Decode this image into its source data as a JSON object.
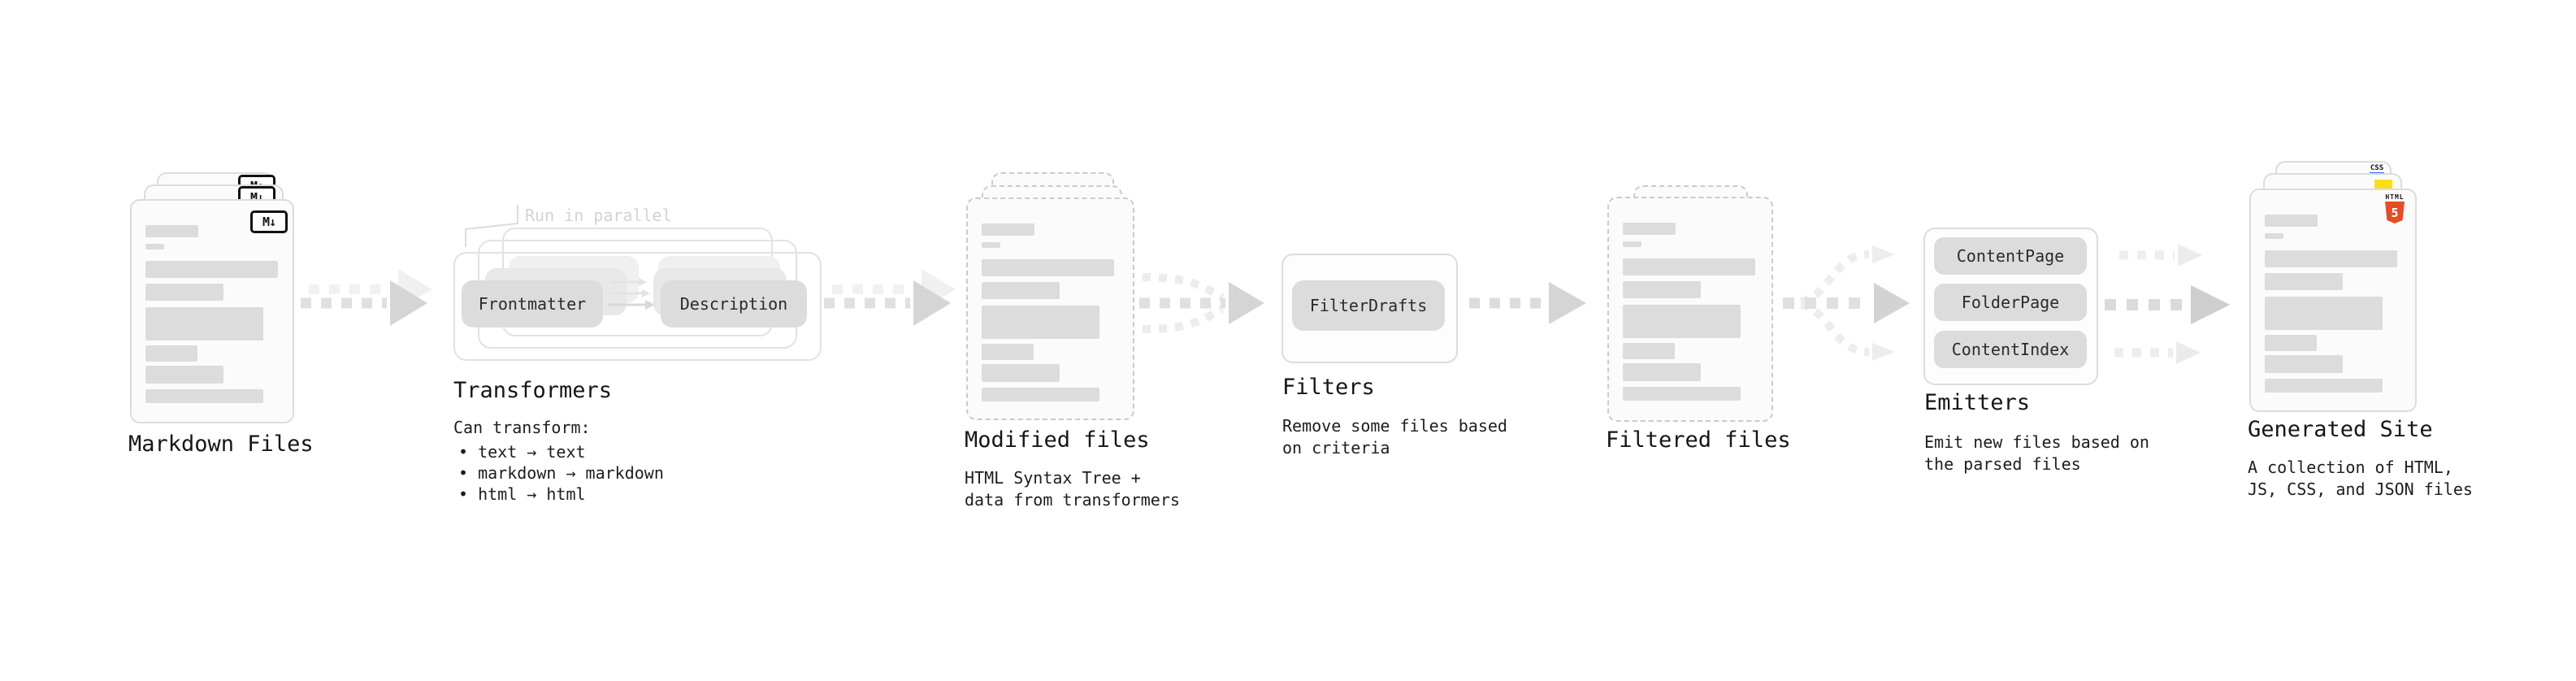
{
  "markdown": {
    "title": "Markdown Files",
    "badge": "M↓"
  },
  "transformers": {
    "annotation": "Run in parallel",
    "pill_left": "Frontmatter",
    "pill_right": "Description",
    "title": "Transformers",
    "subtitle": "Can transform:",
    "bullets": [
      "• text → text",
      "• markdown → markdown",
      "• html → html"
    ]
  },
  "modified": {
    "title": "Modified files",
    "subtitle": "HTML Syntax Tree +\ndata from transformers"
  },
  "filters": {
    "title": "Filters",
    "pill": "FilterDrafts",
    "subtitle": "Remove some files based\non criteria"
  },
  "filtered": {
    "title": "Filtered files"
  },
  "emitters": {
    "title": "Emitters",
    "pills": [
      "ContentPage",
      "FolderPage",
      "ContentIndex"
    ],
    "subtitle": "Emit new files based on\nthe parsed files"
  },
  "generated": {
    "title": "Generated Site",
    "subtitle": "A collection of HTML,\nJS, CSS, and JSON files",
    "css_badge": "CSS",
    "html_badge_label": "HTML",
    "html_badge_number": "5"
  },
  "colors": {
    "html5_orange": "#e44d26",
    "js_yellow": "#f7df1e",
    "css_blue": "#2f6ff2",
    "dash_gray": "#e0e0e0",
    "arrowhead_gray": "#d5d5d5",
    "text_dark": "#161616",
    "annotation_gray": "#d3d3d3"
  }
}
